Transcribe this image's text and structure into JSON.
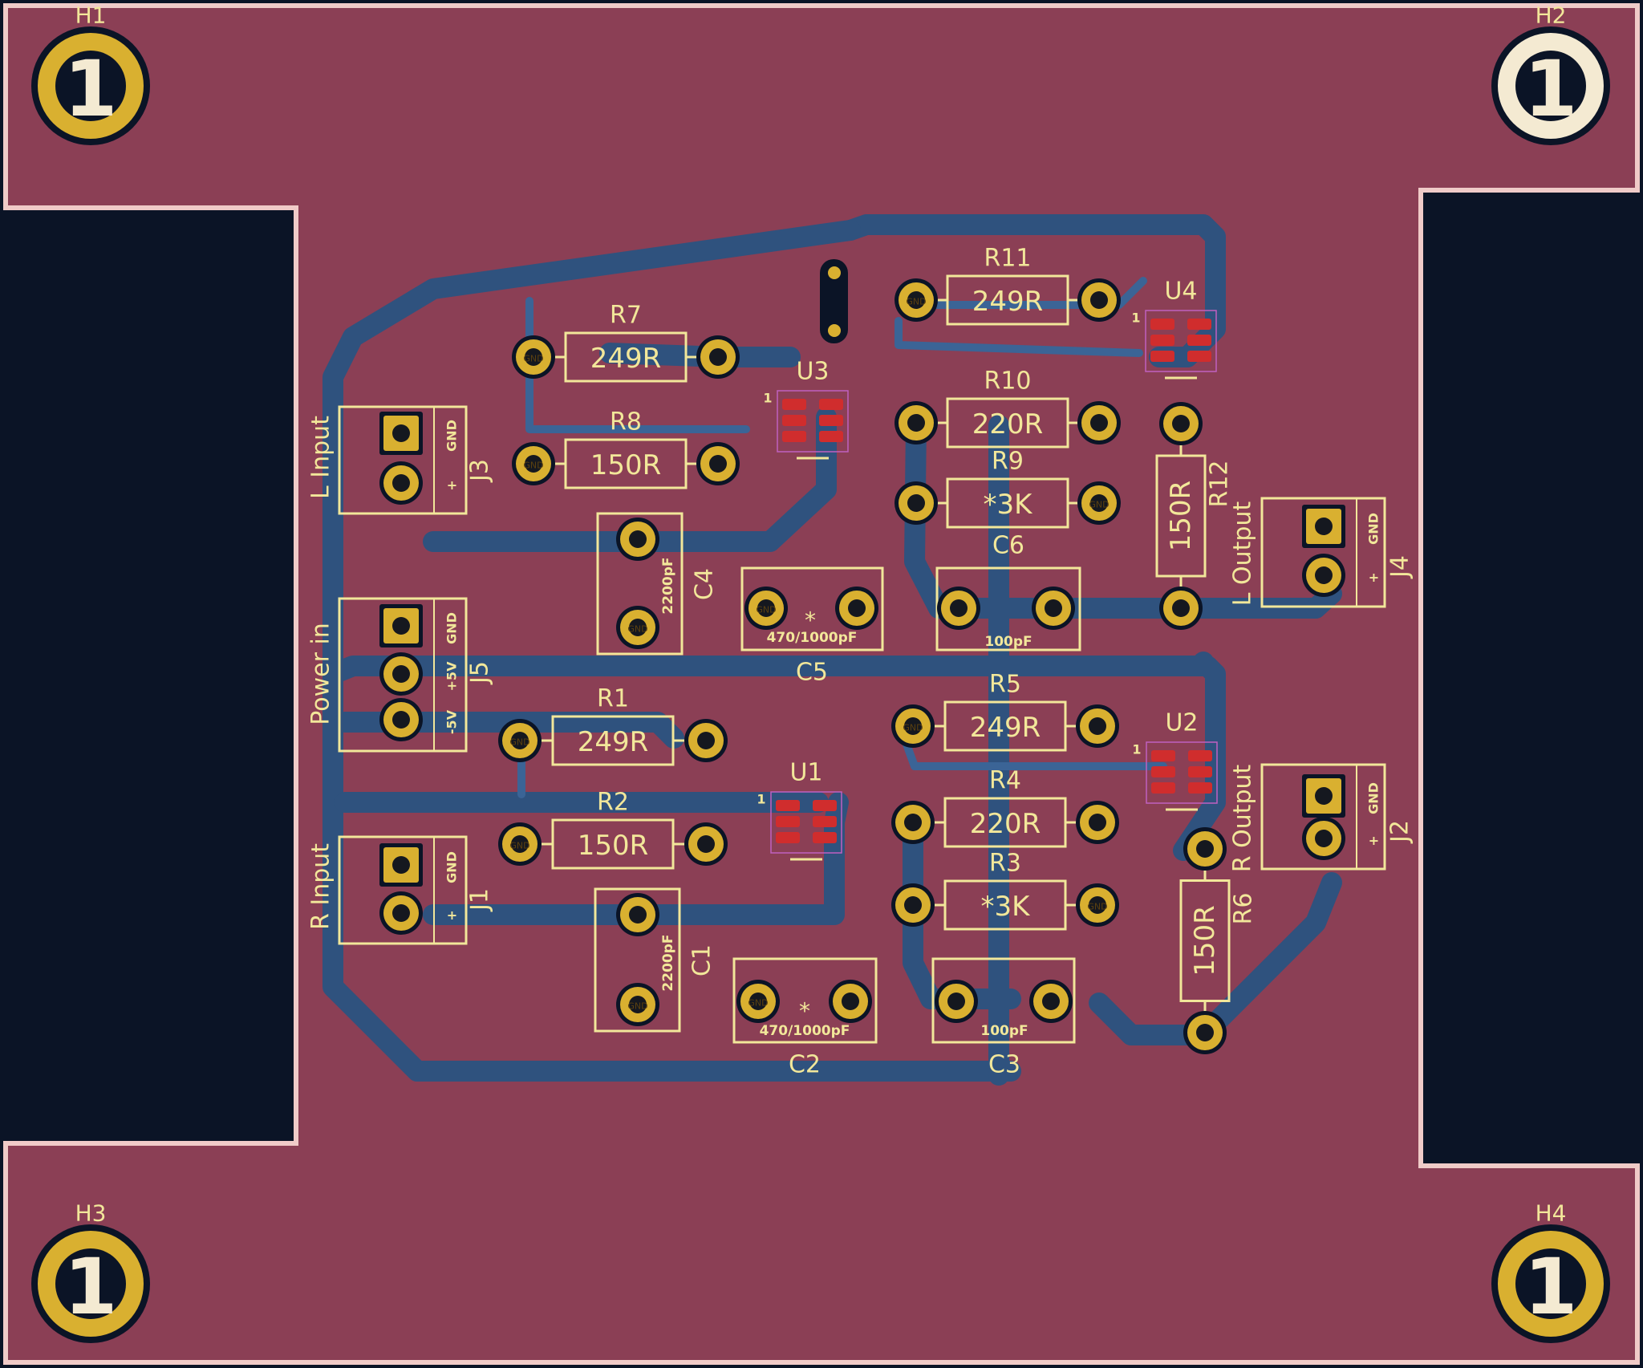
{
  "mounting_holes": [
    {
      "ref": "H1",
      "pad": "1"
    },
    {
      "ref": "H2",
      "pad": "1"
    },
    {
      "ref": "H3",
      "pad": "1"
    },
    {
      "ref": "H4",
      "pad": "1"
    }
  ],
  "resistors": [
    {
      "ref": "R11",
      "value": "249R"
    },
    {
      "ref": "R7",
      "value": "249R"
    },
    {
      "ref": "R8",
      "value": "150R"
    },
    {
      "ref": "R10",
      "value": "220R"
    },
    {
      "ref": "R9",
      "value": "*3K"
    },
    {
      "ref": "R12",
      "value": "150R"
    },
    {
      "ref": "R1",
      "value": "249R"
    },
    {
      "ref": "R2",
      "value": "150R"
    },
    {
      "ref": "R5",
      "value": "249R"
    },
    {
      "ref": "R4",
      "value": "220R"
    },
    {
      "ref": "R3",
      "value": "*3K"
    },
    {
      "ref": "R6",
      "value": "150R"
    }
  ],
  "capacitors": [
    {
      "ref": "C4",
      "value": "2200pF"
    },
    {
      "ref": "C5",
      "value": "470/1000pF",
      "mark": "*"
    },
    {
      "ref": "C6",
      "value": "100pF"
    },
    {
      "ref": "C1",
      "value": "2200pF"
    },
    {
      "ref": "C2",
      "value": "470/1000pF",
      "mark": "*"
    },
    {
      "ref": "C3",
      "value": "100pF"
    }
  ],
  "ics": [
    {
      "ref": "U3",
      "pin1": "1"
    },
    {
      "ref": "U4",
      "pin1": "1"
    },
    {
      "ref": "U1",
      "pin1": "1"
    },
    {
      "ref": "U2",
      "pin1": "1"
    }
  ],
  "connectors": [
    {
      "ref": "J3",
      "label": "L Input",
      "silk": [
        "GND",
        "+"
      ],
      "pads": [
        "1",
        "2"
      ],
      "pad_nets": [
        "GND",
        ""
      ]
    },
    {
      "ref": "J5",
      "label": "Power in",
      "silk": [
        "GND",
        "+5V",
        "-5V"
      ],
      "pads": [
        "1",
        "2",
        "3"
      ],
      "pad_nets": [
        "GND",
        "+5V",
        "-5V"
      ]
    },
    {
      "ref": "J1",
      "label": "R Input",
      "silk": [
        "GND",
        "+"
      ],
      "pads": [
        "1",
        "2"
      ],
      "pad_nets": [
        "GND",
        ""
      ]
    },
    {
      "ref": "J4",
      "label": "L Output",
      "silk": [
        "GND",
        "+"
      ],
      "pads": [
        "1",
        "2"
      ],
      "pad_nets": [
        "GND",
        ""
      ]
    },
    {
      "ref": "J2",
      "label": "R Output",
      "silk": [
        "GND",
        "+"
      ],
      "pads": [
        "1",
        "2"
      ],
      "pad_nets": [
        "GND",
        ""
      ]
    }
  ],
  "pad_net_label": "GND",
  "colors": {
    "background": "#0b1426",
    "copper_pour": "#8b3f55",
    "trace": "#2f527e",
    "pad": "#d9b030",
    "silkscreen": "#f2e79a",
    "smd_pad": "#d02d2d"
  }
}
